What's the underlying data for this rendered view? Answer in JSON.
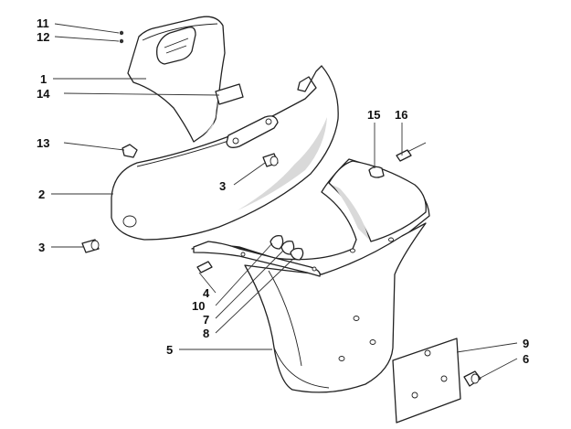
{
  "diagram": {
    "callouts": [
      "11",
      "12",
      "1",
      "14",
      "13",
      "2",
      "3",
      "3",
      "15",
      "16",
      "4",
      "10",
      "7",
      "8",
      "5",
      "9",
      "6"
    ]
  }
}
